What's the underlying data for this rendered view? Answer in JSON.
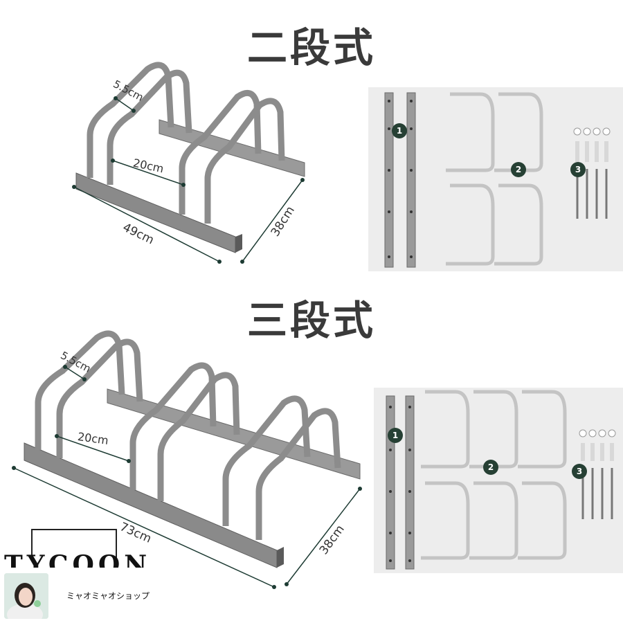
{
  "sections": [
    {
      "title": "二段式",
      "dims": {
        "tube_gap": "5.5cm",
        "slot_width": "20cm",
        "length": "49cm",
        "depth": "38cm"
      },
      "parts": [
        "1",
        "2",
        "3"
      ]
    },
    {
      "title": "三段式",
      "dims": {
        "tube_gap": "5.5cm",
        "slot_width": "20cm",
        "length": "73cm",
        "depth": "38cm"
      },
      "parts": [
        "1",
        "2",
        "3"
      ]
    }
  ],
  "watermark": {
    "logo": "TYCOON",
    "shop_name": "ミャオミャオショップ"
  },
  "colors": {
    "metal": "#8f8f8f",
    "metal_dark": "#5e5e5e",
    "badge": "#264034",
    "dim_line": "#1d3b33",
    "panel": "#ededed"
  }
}
